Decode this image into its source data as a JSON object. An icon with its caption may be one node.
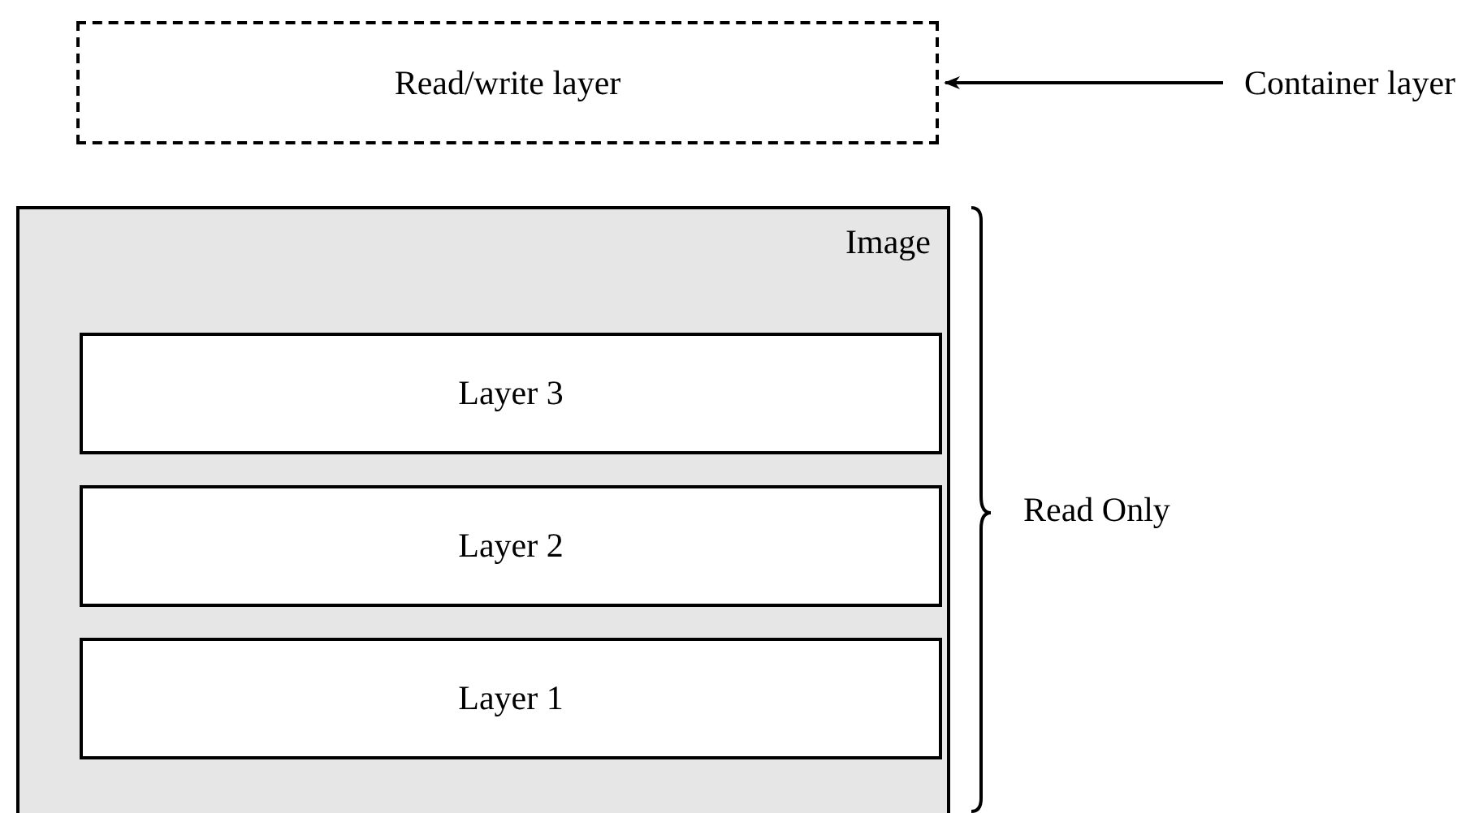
{
  "diagram": {
    "nodes": [
      {
        "text": [
          "Read/write layer"
        ]
      },
      {
        "text": [
          "Container layer"
        ]
      },
      {
        "text": [
          "Image"
        ]
      },
      {
        "text": [
          "Layer 3"
        ],
        "in": 2
      },
      {
        "text": [
          "Layer 2"
        ],
        "in": 2
      },
      {
        "text": [
          "Layer 1"
        ],
        "in": 2
      }
    ],
    "edges": [
      {
        "from": 1,
        "to": 0,
        "arrow": "to"
      }
    ],
    "labels": [
      "Read Only"
    ]
  }
}
